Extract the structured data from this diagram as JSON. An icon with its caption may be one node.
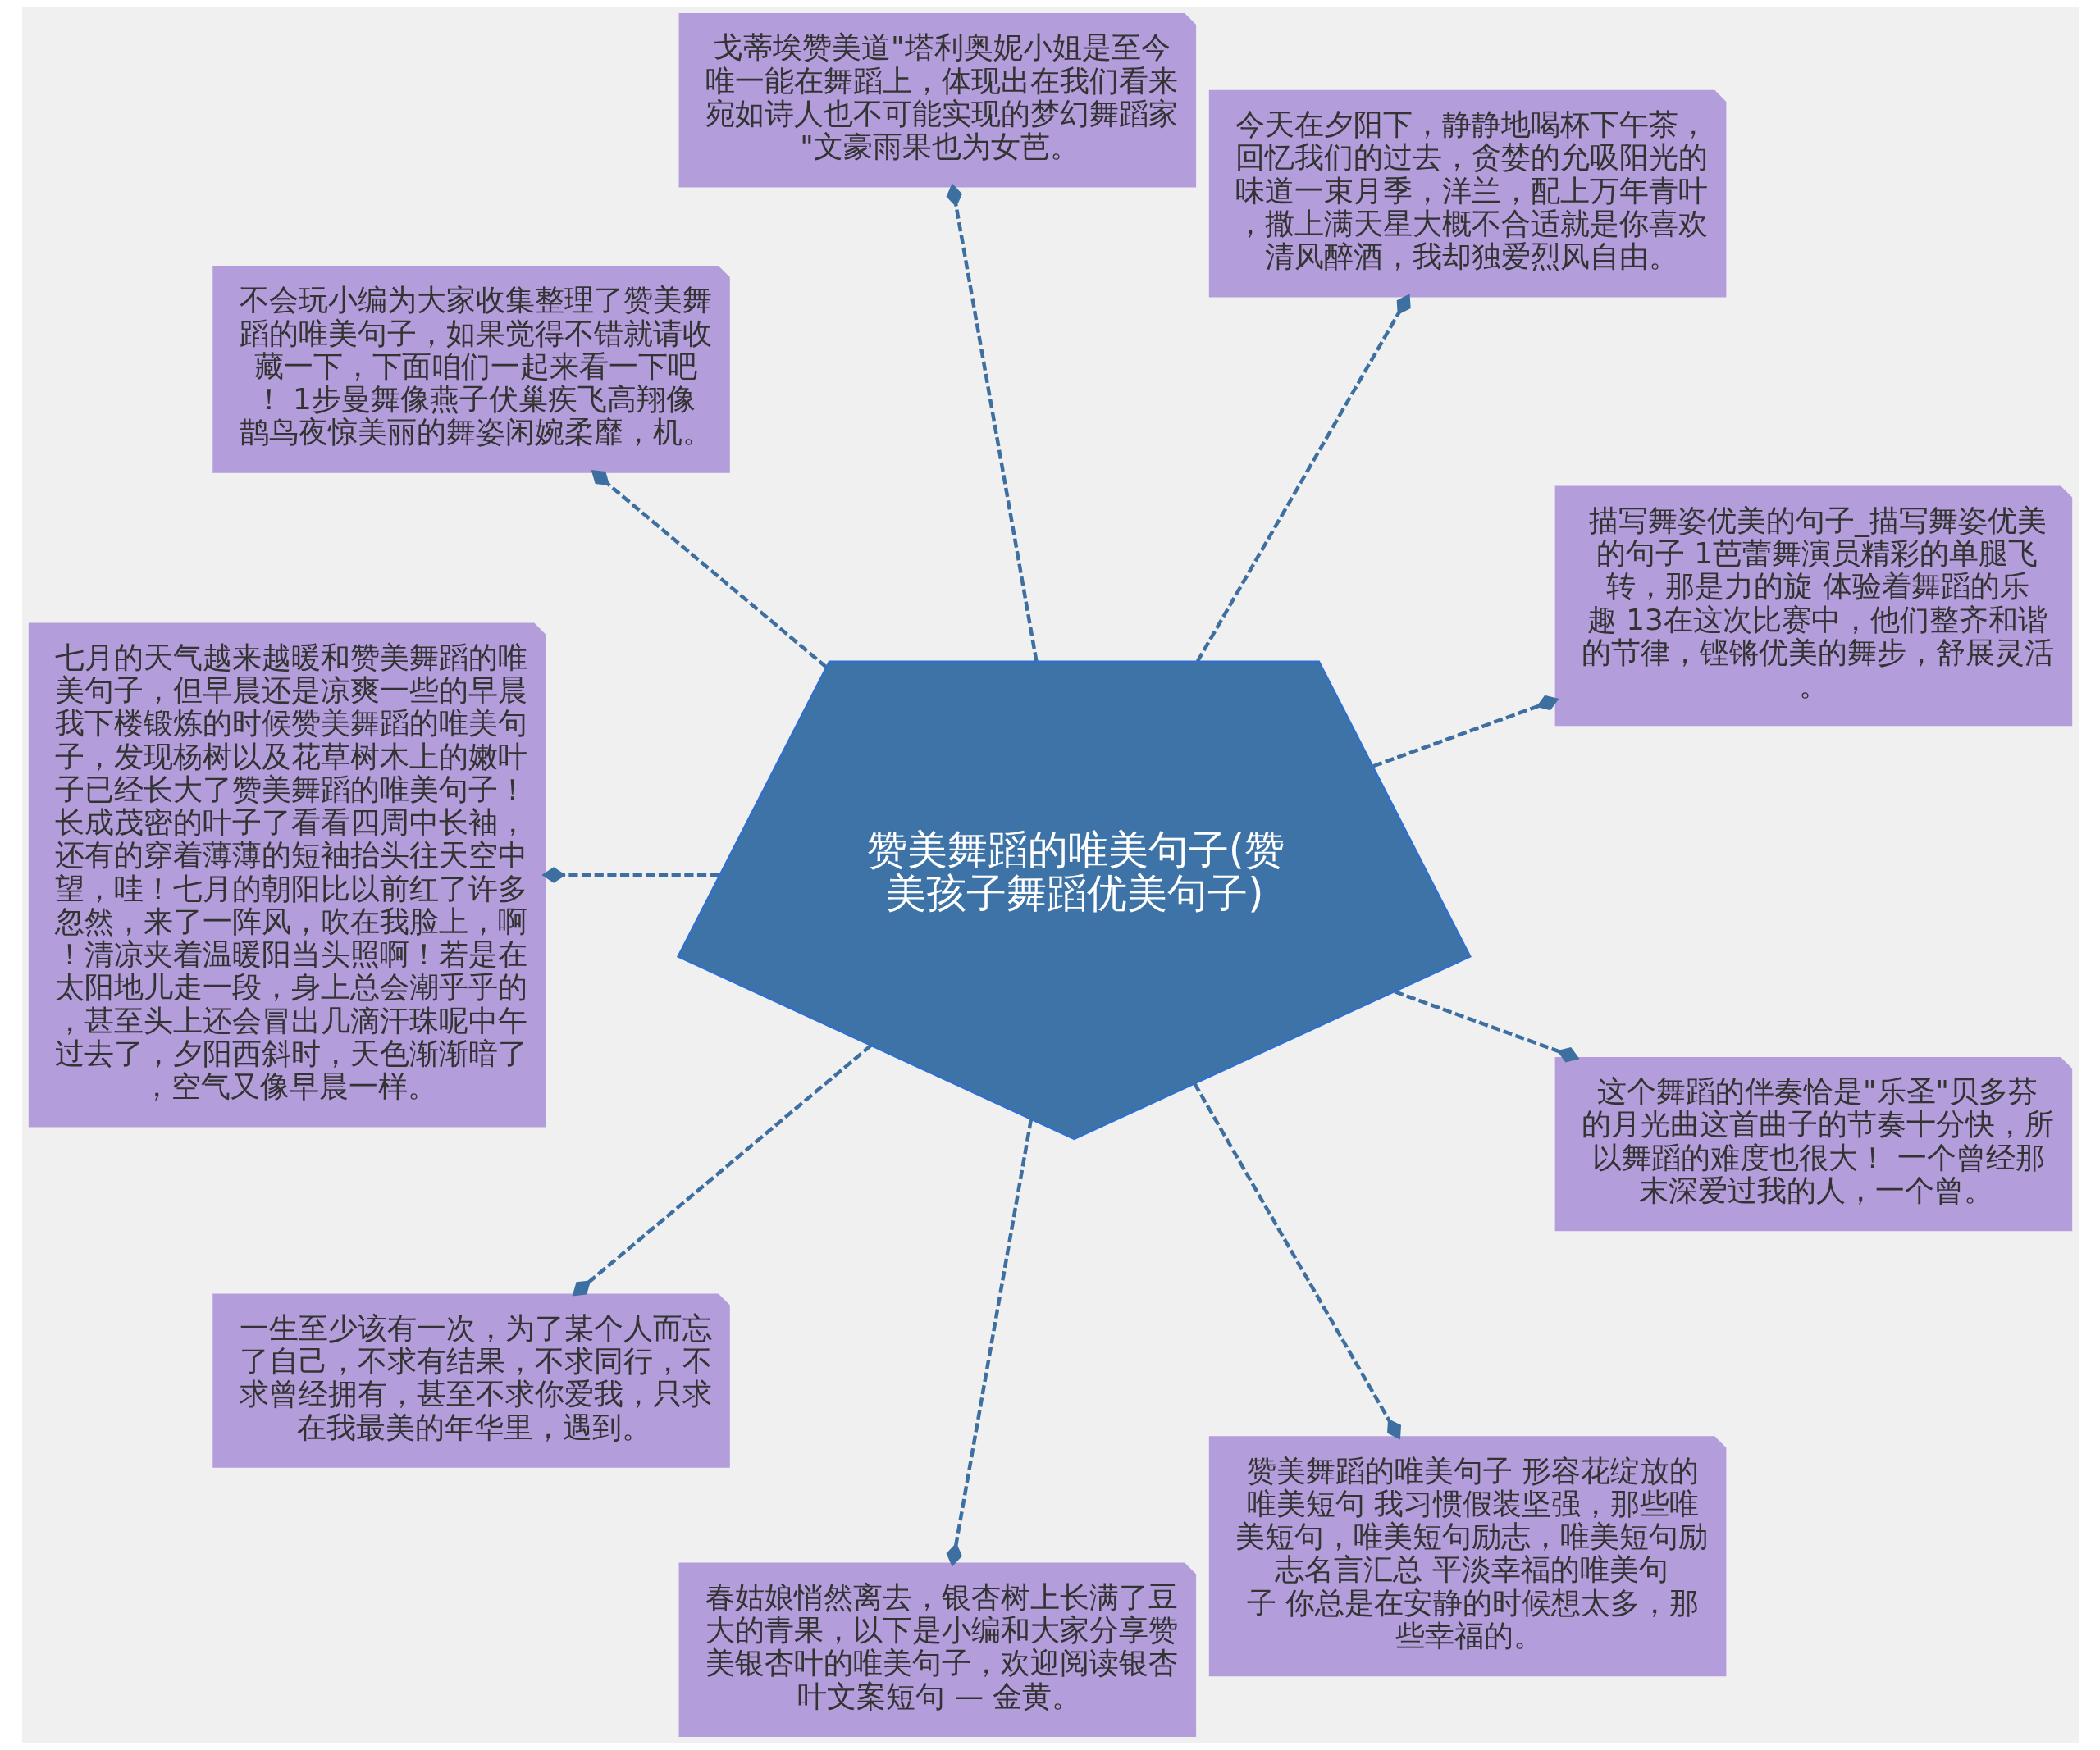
{
  "diagram": {
    "nodes": [
      {
        "text": [
          "赞美舞蹈的唯美句子(赞美孩子舞蹈优美句子)"
        ]
      },
      {
        "text": [
          "描写舞姿优美的句子_描写舞姿优美的句子 1芭蕾舞演员精彩的单腿飞转，那是力的旋 体验着舞蹈的乐趣 13在这次比赛中，他们整齐和谐的节律，铿锵优美的舞步，舒展灵活。"
        ]
      },
      {
        "text": [
          "今天在夕阳下，静静地喝杯下午茶，回忆我们的过去，贪婪的允吸阳光的味道一束月季，洋兰，配上万年青叶，撒上满天星大概不合适就是你喜欢清风醉酒，我却独爱烈风自由。"
        ]
      },
      {
        "text": [
          "戈蒂埃赞美道\"塔利奥妮小姐是至今唯一能在舞蹈上，体现出在我们看来宛如诗人也不可能实现的梦幻舞蹈家\"文豪雨果也为女芭。"
        ]
      },
      {
        "text": [
          "不会玩小编为大家收集整理了赞美舞蹈的唯美句子，如果觉得不错就请收藏一下，下面咱们一起来看一下吧！ 1步曼舞像燕子伏巢疾飞高翔像鹊鸟夜惊美丽的舞姿闲婉柔靡，机。"
        ]
      },
      {
        "text": [
          "七月的天气越来越暖和赞美舞蹈的唯美句子，但早晨还是凉爽一些的早晨我下楼锻炼的时候赞美舞蹈的唯美句子，发现杨树以及花草树木上的嫩叶子已经长大了赞美舞蹈的唯美句子！长成茂密的叶子了看看四周中长袖，还有的穿着薄薄的短袖抬头往天空中望，哇！七月的朝阳比以前红了许多忽然，来了一阵风，吹在我脸上，啊！清凉夹着温暖阳当头照啊！若是在太阳地儿走一段，身上总会潮乎乎的，甚至头上还会冒出几滴汗珠呢中午过去了，夕阳西斜时，天色渐渐暗了，空气又像早晨一样。"
        ]
      },
      {
        "text": [
          "一生至少该有一次，为了某个人而忘了自己，不求有结果，不求同行，不求曾经拥有，甚至不求你爱我，只求在我最美的年华里，遇到。"
        ]
      },
      {
        "text": [
          "春姑娘悄然离去，银杏树上长满了豆大的青果，以下是小编和大家分享赞美银杏叶的唯美句子，欢迎阅读银杏叶文案短句 — 金黄。"
        ]
      },
      {
        "text": [
          "赞美舞蹈的唯美句子 形容花绽放的唯美短句 我习惯假装坚强，那些唯美短句，唯美短句励志，唯美短句励志名言汇总 平淡幸福的唯美句子 你总是在安静的时候想太多，那些幸福的。"
        ]
      },
      {
        "text": [
          "这个舞蹈的伴奏恰是\"乐圣\"贝多芬的月光曲这首曲子的节奏十分快，所以舞蹈的难度也很大！ 一个曾经那末深爱过我的人，一个曾。"
        ]
      }
    ],
    "edges": [
      {
        "from": 0,
        "to": 1,
        "arrow": "other",
        "style": "dashed"
      },
      {
        "from": 0,
        "to": 2,
        "arrow": "other",
        "style": "dashed"
      },
      {
        "from": 0,
        "to": 3,
        "arrow": "other",
        "style": "dashed"
      },
      {
        "from": 0,
        "to": 4,
        "arrow": "other",
        "style": "dashed"
      },
      {
        "from": 0,
        "to": 5,
        "arrow": "other",
        "style": "dashed"
      },
      {
        "from": 0,
        "to": 6,
        "arrow": "other",
        "style": "dashed"
      },
      {
        "from": 0,
        "to": 7,
        "arrow": "other",
        "style": "dashed"
      },
      {
        "from": 0,
        "to": 8,
        "arrow": "other",
        "style": "dashed"
      },
      {
        "from": 0,
        "to": 9,
        "arrow": "other",
        "style": "dashed"
      }
    ]
  }
}
